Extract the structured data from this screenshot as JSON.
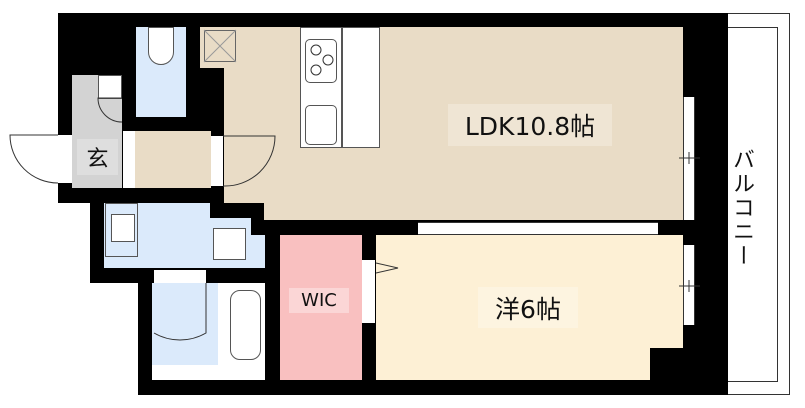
{
  "rooms": {
    "ldk": "LDK10.8帖",
    "western": "洋6帖",
    "wic": "WIC",
    "entrance": "玄",
    "balcony": "バルコニー"
  },
  "colors": {
    "ldk": "#e9dcc6",
    "wet_area": "#dbeafb",
    "entrance": "#d3d3d3",
    "wic": "#f9c0c0",
    "western": "#fdf0d5",
    "wall": "#000000"
  }
}
